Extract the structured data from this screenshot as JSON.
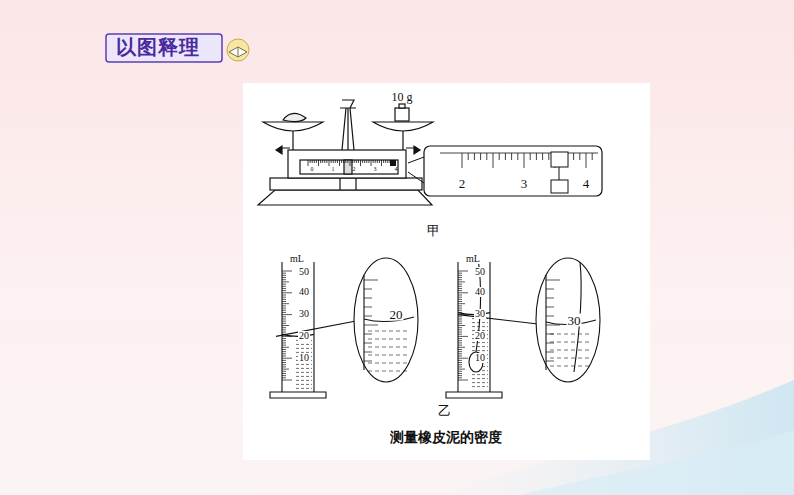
{
  "diagram": {
    "title": "以图释理",
    "caption": "测量橡皮泥的密度",
    "labels": [
      "10 g",
      "0",
      "1",
      "2",
      "3",
      "4",
      "2",
      "3",
      "4",
      "甲",
      "mL",
      "50",
      "40",
      "30",
      "20",
      "10",
      "20",
      "mL",
      "50",
      "40",
      "30",
      "20",
      "10",
      "30",
      "乙"
    ]
  }
}
